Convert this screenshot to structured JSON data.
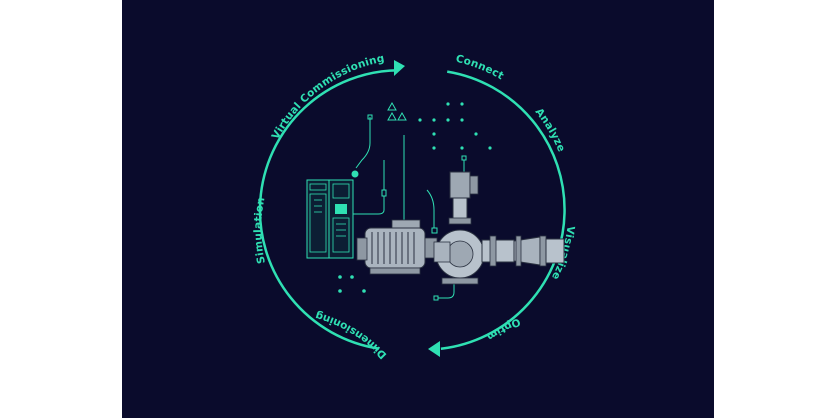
{
  "cycle": {
    "labels": {
      "virtual_commissioning": "Virtual Commissioning",
      "connect": "Connect",
      "analyze": "Analyze",
      "visualize": "Visualize",
      "optimize": "Optimize",
      "dimensioning": "Dimensioning",
      "simulation": "Simulation"
    }
  },
  "colors": {
    "background": "#0a0b2c",
    "accent": "#2fe0b3",
    "machine": "#b8c2cc"
  }
}
